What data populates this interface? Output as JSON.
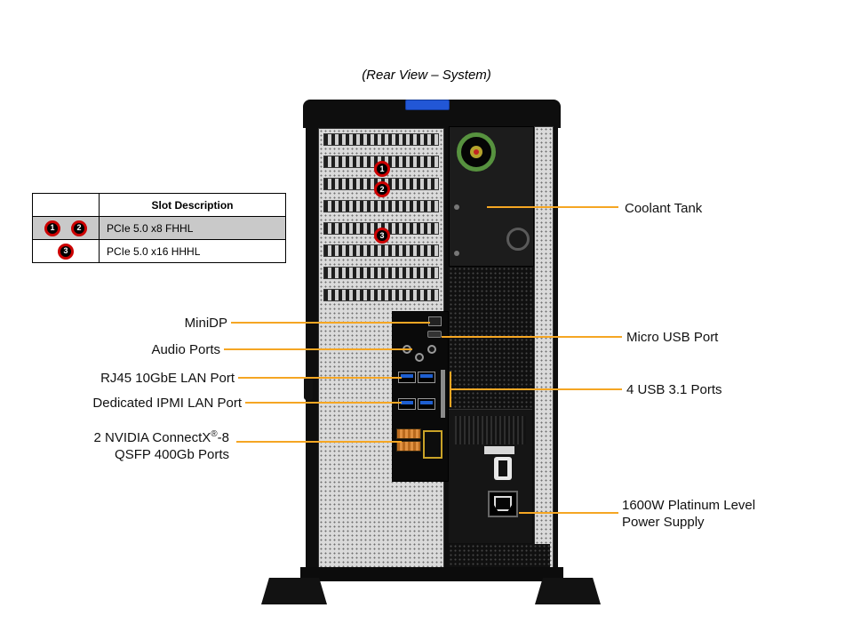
{
  "title": "(Rear View – System)",
  "table": {
    "header_slot": "Slot Description",
    "rows": [
      {
        "badge1": "1",
        "badge2": "2",
        "desc": "PCIe 5.0 x8 FHHL"
      },
      {
        "badge1": "3",
        "desc": "PCIe 5.0 x16 HHHL"
      }
    ]
  },
  "slot_markers": {
    "m1": "1",
    "m2": "2",
    "m3": "3"
  },
  "callouts": {
    "minidp": "MiniDP",
    "audio": "Audio Ports",
    "rj45": "RJ45 10GbE LAN Port",
    "ipmi": "Dedicated IPMI LAN Port",
    "nvidia_prefix": "2 NVIDIA ConnectX",
    "nvidia_reg": "®",
    "nvidia_suffix": "-8",
    "nvidia_line2": "QSFP 400Gb Ports",
    "coolant": "Coolant Tank",
    "micro_usb": "Micro USB Port",
    "usb31": "4 USB 3.1 Ports",
    "psu_line1": "1600W Platinum Level",
    "psu_line2": "Power Supply"
  },
  "colors": {
    "leader": "#F5A623",
    "badge_ring": "#CC0000",
    "table_highlight": "#C9C9C9"
  }
}
